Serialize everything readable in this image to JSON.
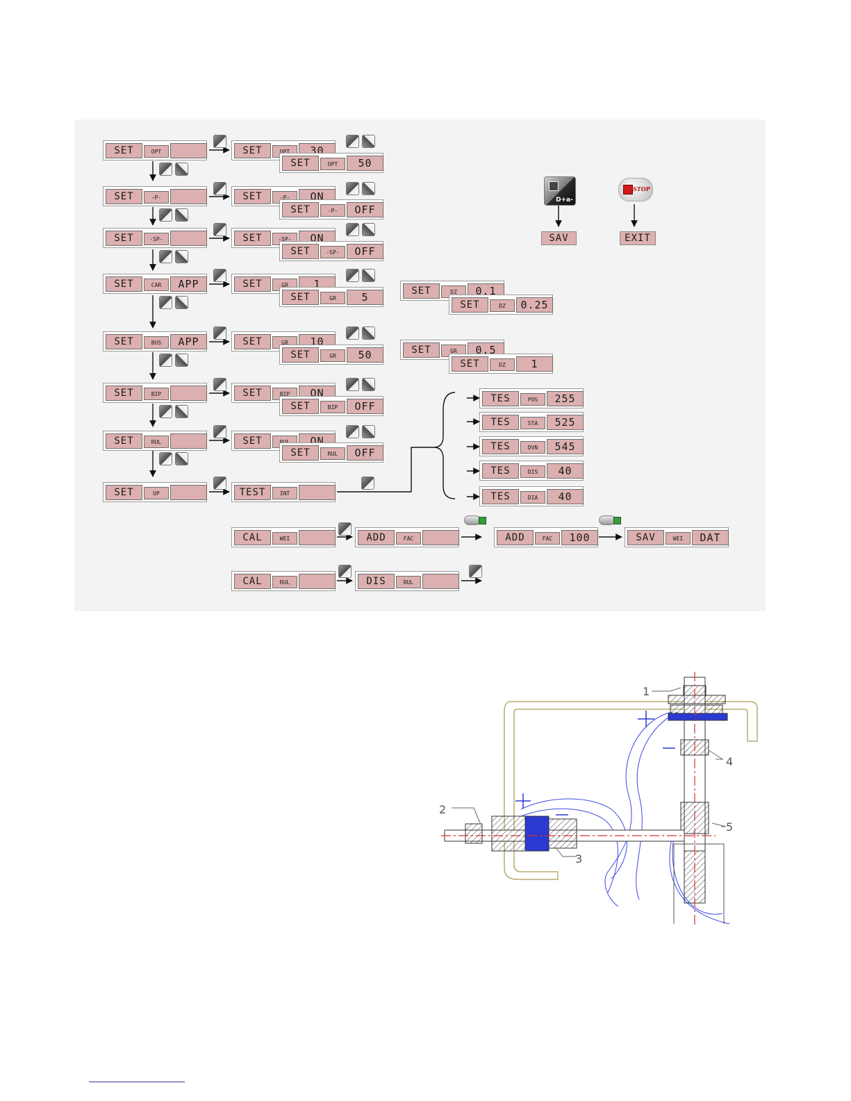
{
  "menu": {
    "rows": [
      {
        "main": [
          "SET",
          "OPT",
          ""
        ],
        "value": [
          "SET",
          "OPT",
          "30"
        ],
        "alt": [
          "SET",
          "OPT",
          "50"
        ]
      },
      {
        "main": [
          "SET",
          "-P-",
          ""
        ],
        "value": [
          "SET",
          "-P-",
          "ON"
        ],
        "alt": [
          "SET",
          "-P-",
          "OFF"
        ]
      },
      {
        "main": [
          "SET",
          "-SP-",
          ""
        ],
        "value": [
          "SET",
          "-SP-",
          "ON"
        ],
        "alt": [
          "SET",
          "-SP-",
          "OFF"
        ]
      },
      {
        "main": [
          "SET",
          "CAR",
          "APP"
        ],
        "value": [
          "SET",
          "GR",
          "1"
        ],
        "alt": [
          "SET",
          "GR",
          "5"
        ]
      },
      {
        "main": [
          "SET",
          "BUS",
          "APP"
        ],
        "value": [
          "SET",
          "GR",
          "10"
        ],
        "alt": [
          "SET",
          "GR",
          "50"
        ]
      },
      {
        "main": [
          "SET",
          "BIP",
          ""
        ],
        "value": [
          "SET",
          "BIP",
          "ON"
        ],
        "alt": [
          "SET",
          "BIP",
          "OFF"
        ]
      },
      {
        "main": [
          "SET",
          "RUL",
          ""
        ],
        "value": [
          "SET",
          "RUL",
          "ON"
        ],
        "alt": [
          "SET",
          "RUL",
          "OFF"
        ]
      },
      {
        "main": [
          "SET",
          "UP",
          ""
        ],
        "value": [
          "TEST",
          "INT",
          ""
        ]
      }
    ],
    "side_a": {
      "a": [
        "SET",
        "DZ",
        "0.1"
      ],
      "b": [
        "SET",
        "DZ",
        "0.25"
      ]
    },
    "side_b": {
      "a": [
        "SET",
        "GR",
        "0.5"
      ],
      "b": [
        "SET",
        "DZ",
        "1"
      ]
    },
    "tests": [
      [
        "TES",
        "POS",
        "255"
      ],
      [
        "TES",
        "STA",
        "525"
      ],
      [
        "TES",
        "DVN",
        "545"
      ],
      [
        "TES",
        "DIS",
        "40"
      ],
      [
        "TES",
        "DIA",
        "40"
      ]
    ],
    "cal_wei": {
      "a": [
        "CAL",
        "WEI",
        ""
      ],
      "b": [
        "ADD",
        "FAC",
        ""
      ],
      "c": [
        "ADD",
        "FAC",
        "100"
      ],
      "d": [
        "SAV",
        "WEI",
        "DAT"
      ]
    },
    "cal_rul": {
      "a": [
        "CAL",
        "RUL",
        ""
      ],
      "b": [
        "DIS",
        "RUL",
        ""
      ]
    },
    "save_key_label": "D+a-",
    "stop_key_label": "STOP",
    "save_result": "SAV",
    "exit_result": "EXIT"
  },
  "drawing": {
    "callouts": [
      "1",
      "2",
      "3",
      "4",
      "5"
    ],
    "colors": {
      "frame": "#cfc08a",
      "blue": "#2a3ad0",
      "red": "#d83030",
      "line": "#333333"
    }
  }
}
